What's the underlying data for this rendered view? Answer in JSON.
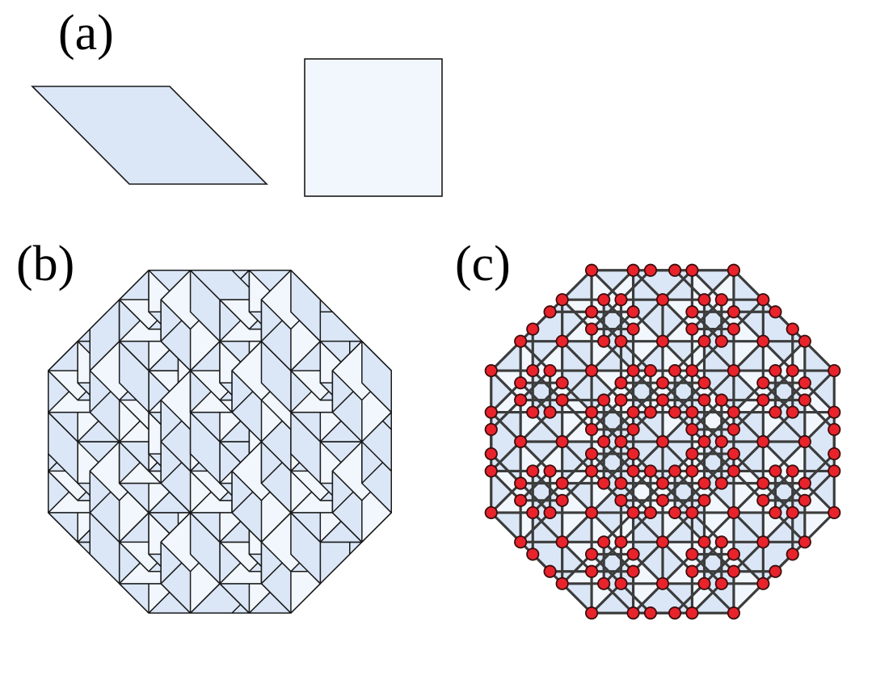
{
  "panels": [
    {
      "label": "(a)"
    },
    {
      "label": "(b)"
    },
    {
      "label": "(c)"
    }
  ],
  "colors": {
    "rhombus_fill": "#dbe7f7",
    "square_fill": "#f2f7fd",
    "tile_stroke": "#1a1a1a",
    "bond_stroke": "#3c3c3c",
    "atom_fill": "#e8232b",
    "atom_stroke": "#3a0d0d"
  },
  "tiling": {
    "type": "Ammann-Beenker octagonal tiling",
    "prototiles": [
      "rhombus-45deg",
      "square"
    ]
  }
}
